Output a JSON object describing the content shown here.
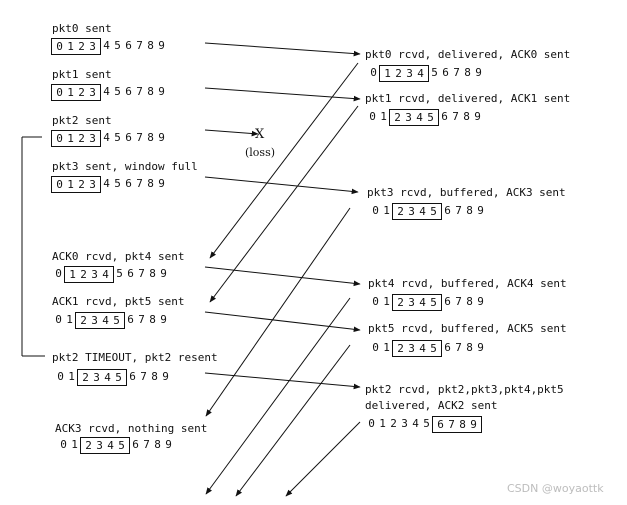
{
  "sender": {
    "events": [
      {
        "label": "pkt0 sent",
        "window": [
          0,
          1,
          2,
          3
        ]
      },
      {
        "label": "pkt1 sent",
        "window": [
          0,
          1,
          2,
          3
        ]
      },
      {
        "label": "pkt2 sent",
        "window": [
          0,
          1,
          2,
          3
        ]
      },
      {
        "label": "pkt3 sent, window full",
        "window": [
          0,
          1,
          2,
          3
        ]
      },
      {
        "label": "ACK0 rcvd, pkt4 sent",
        "window": [
          1,
          2,
          3,
          4
        ]
      },
      {
        "label": "ACK1 rcvd, pkt5 sent",
        "window": [
          2,
          3,
          4,
          5
        ]
      },
      {
        "label": "pkt2 TIMEOUT, pkt2 resent",
        "window": [
          2,
          3,
          4,
          5
        ]
      },
      {
        "label": "ACK3 rcvd, nothing sent",
        "window": [
          2,
          3,
          4,
          5
        ]
      }
    ]
  },
  "receiver": {
    "events": [
      {
        "label": "pkt0 rcvd, delivered, ACK0 sent",
        "window": [
          1,
          2,
          3,
          4
        ]
      },
      {
        "label": "pkt1 rcvd, delivered, ACK1 sent",
        "window": [
          2,
          3,
          4,
          5
        ]
      },
      {
        "label": "pkt3 rcvd, buffered, ACK3 sent",
        "window": [
          2,
          3,
          4,
          5
        ]
      },
      {
        "label": "pkt4 rcvd, buffered, ACK4 sent",
        "window": [
          2,
          3,
          4,
          5
        ]
      },
      {
        "label": "pkt5 rcvd, buffered, ACK5 sent",
        "window": [
          2,
          3,
          4,
          5
        ]
      },
      {
        "label": "pkt2 rcvd, pkt2,pkt3,pkt4,pkt5",
        "label2": "delivered, ACK2 sent",
        "window": [
          6,
          7,
          8,
          9
        ]
      }
    ]
  },
  "sequence_numbers": [
    0,
    1,
    2,
    3,
    4,
    5,
    6,
    7,
    8,
    9
  ],
  "loss": {
    "mark": "X",
    "label": "(loss)"
  },
  "watermark": "CSDN @woyaottk"
}
